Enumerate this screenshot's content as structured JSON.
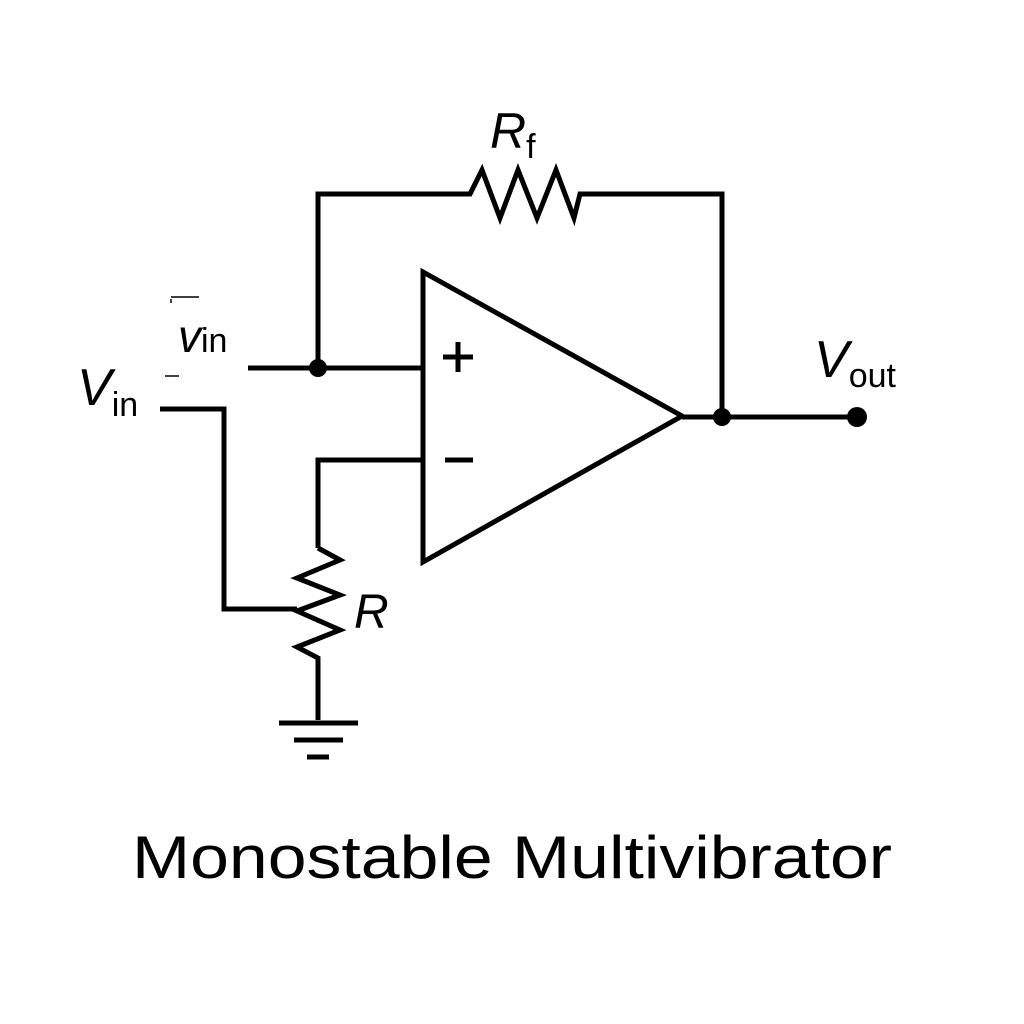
{
  "diagram": {
    "type": "circuit-schematic",
    "title": "Monostable Multivibrator",
    "colors": {
      "stroke": "#000000",
      "background": "#ffffff"
    },
    "labels": {
      "rf_main": "R",
      "rf_sub": "f",
      "r": "R",
      "vin_main": "V",
      "vin_sub": "in",
      "vin_small_main": "v",
      "vin_small_sub": "in",
      "vout_main": "V",
      "vout_sub": "out",
      "plus": "+",
      "minus": "−"
    },
    "components": [
      {
        "id": "opamp",
        "kind": "operational-amplifier",
        "inputs": [
          "non-inverting (+)",
          "inverting (−)"
        ]
      },
      {
        "id": "Rf",
        "kind": "resistor",
        "label": "Rf",
        "connects": [
          "non-inverting input node",
          "output node"
        ]
      },
      {
        "id": "R",
        "kind": "resistor (potentiometer wiper from Vin)",
        "label": "R",
        "connects": [
          "inverting input",
          "ground"
        ]
      },
      {
        "id": "gnd",
        "kind": "ground"
      }
    ],
    "nodes": [
      "non-inverting input junction",
      "output junction",
      "Vout terminal"
    ]
  }
}
